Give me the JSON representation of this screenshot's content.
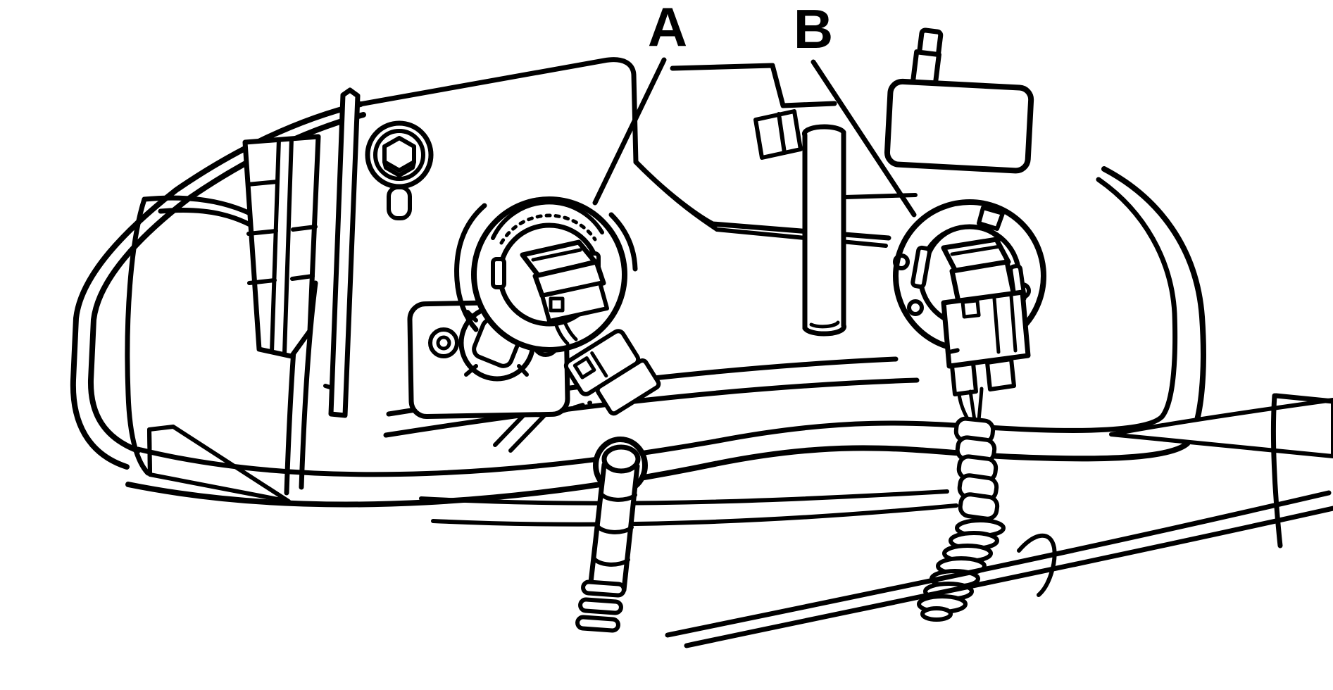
{
  "figure": {
    "title": "Headlamp assembly rear view illustration",
    "background_color": "#ffffff",
    "line_color": "#000000",
    "callouts": [
      {
        "label": "A"
      },
      {
        "label": "B"
      }
    ]
  }
}
